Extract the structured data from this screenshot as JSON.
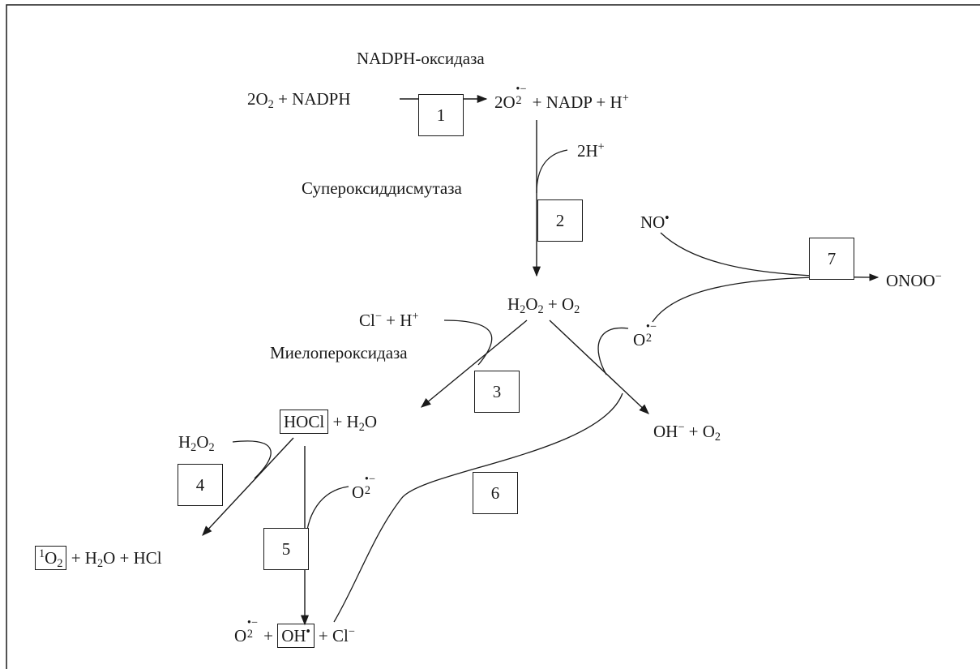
{
  "enzymes": {
    "nadph_oxidase": "NADPH-оксидаза",
    "superoxide_dismutase": "Супероксиддисмутаза",
    "myeloperoxidase": "Миелопероксидаза"
  },
  "steps": [
    "1",
    "2",
    "3",
    "4",
    "5",
    "6",
    "7"
  ],
  "species": {
    "o2": "O",
    "o2_coef": "2",
    "plus": "+",
    "nadph": "NADPH",
    "superoxide_sup": "•−",
    "nadp": "NADP",
    "h": "H",
    "h_plus_sup": "+",
    "two_h_plus": "2H",
    "h2o2_h": "H",
    "h2o2_o": "O",
    "cl": "Cl",
    "minus_sup": "−",
    "hocl": "HOCl",
    "h2o": "H",
    "oh": "OH",
    "hcl": "HCl",
    "no": "NO",
    "onoo": "ONOO",
    "singlet_sup": "1",
    "two": "2"
  }
}
